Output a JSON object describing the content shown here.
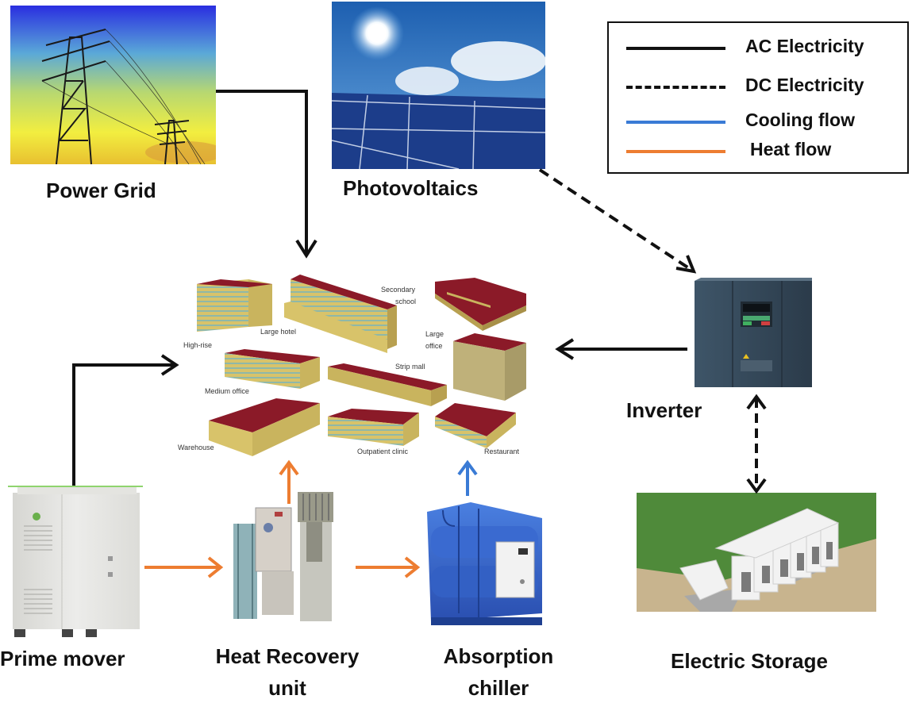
{
  "title": "Combined cooling, heating and power system schematic",
  "legend": {
    "items": [
      {
        "label": "AC Electricity",
        "style": "solid",
        "color": "#111111"
      },
      {
        "label": "DC Electricity",
        "style": "dashed",
        "color": "#111111"
      },
      {
        "label": "Cooling flow",
        "style": "solid",
        "color": "#3a7bd5"
      },
      {
        "label": "Heat flow",
        "style": "solid",
        "color": "#ed7d31"
      }
    ]
  },
  "components": {
    "power_grid": {
      "label": "Power Grid",
      "icon": "transmission-tower-photo"
    },
    "photovoltaics": {
      "label": "Photovoltaics",
      "icon": "solar-panel-photo"
    },
    "inverter": {
      "label": "Inverter",
      "icon": "inverter-cabinet-photo"
    },
    "electric_storage": {
      "label": "Electric Storage",
      "icon": "battery-bank-photo"
    },
    "prime_mover": {
      "label": "Prime mover",
      "icon": "generator-cabinet-photo"
    },
    "heat_recovery": {
      "label_line1": "Heat Recovery",
      "label_line2": "unit",
      "icon": "heat-exchanger-photo"
    },
    "absorption_chiller": {
      "label_line1": "Absorption",
      "label_line2": "chiller",
      "icon": "chiller-photo"
    }
  },
  "buildings": {
    "labels": {
      "high_rise": "High-rise",
      "large_hotel": "Large hotel",
      "secondary_school_1": "Secondary",
      "secondary_school_2": "school",
      "large_office_1": "Large",
      "large_office_2": "office",
      "medium_office": "Medium office",
      "strip_mall": "Strip mall",
      "warehouse": "Warehouse",
      "outpatient_clinic": "Outpatient clinic",
      "restaurant": "Restaurant"
    }
  },
  "flows": [
    {
      "from": "Power Grid",
      "to": "Buildings",
      "type": "AC Electricity"
    },
    {
      "from": "Photovoltaics",
      "to": "Inverter",
      "type": "DC Electricity"
    },
    {
      "from": "Inverter",
      "to": "Buildings",
      "type": "AC Electricity"
    },
    {
      "from": "Inverter",
      "to": "Electric Storage",
      "type": "DC Electricity",
      "bidirectional": true
    },
    {
      "from": "Prime mover",
      "to": "Buildings",
      "type": "AC Electricity"
    },
    {
      "from": "Prime mover",
      "to": "Heat Recovery unit",
      "type": "Heat flow"
    },
    {
      "from": "Heat Recovery unit",
      "to": "Absorption chiller",
      "type": "Heat flow"
    },
    {
      "from": "Heat Recovery unit",
      "to": "Buildings",
      "type": "Heat flow"
    },
    {
      "from": "Absorption chiller",
      "to": "Buildings",
      "type": "Cooling flow"
    }
  ]
}
